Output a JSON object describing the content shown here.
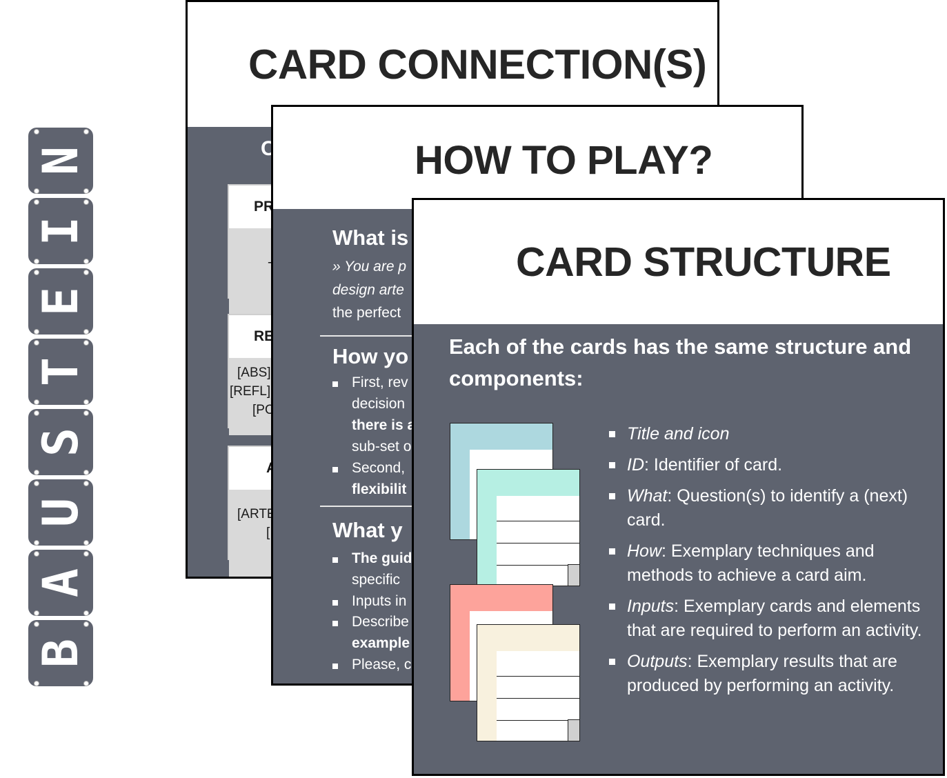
{
  "logo": {
    "letters": [
      "N",
      "I",
      "E",
      "T",
      "S",
      "U",
      "A",
      "B"
    ],
    "text": "BAUSTEIN",
    "color": "#5f636f"
  },
  "card_connections": {
    "title": "CARD CONNECTION(S)",
    "subheading_fragment": "C",
    "boxes": [
      {
        "head": "PR",
        "lines": [
          "-"
        ]
      },
      {
        "head": "RE",
        "lines": [
          "[ABS]",
          "[REFL]",
          "[PO"
        ]
      },
      {
        "head": "A",
        "lines": [
          "[ARTE",
          "["
        ]
      }
    ]
  },
  "how_to_play": {
    "title": "HOW TO PLAY?",
    "section1": {
      "heading": "What is",
      "line1": "» You are p",
      "line2": "design arte",
      "line3": "the perfect"
    },
    "section2": {
      "heading": "How yo",
      "b1_l1": "First, rev",
      "b1_l2": "decision",
      "b1_l3": "there is a",
      "b1_l4": "sub-set o",
      "b2_l1": "Second,",
      "b2_l2": "flexibilit"
    },
    "section3": {
      "heading": "What y",
      "b1_l1": "The guid",
      "b1_l2": "specific",
      "b2_l1": "Inputs in",
      "b3_l1": "Describe",
      "b3_l2": "example",
      "b4_l1": "Please, c"
    }
  },
  "card_structure": {
    "title": "CARD STRUCTURE",
    "intro": "Each of the cards has the same structure and components:",
    "items": [
      {
        "label": "Title and icon",
        "text": ""
      },
      {
        "label": "ID",
        "text": ": Identifier of card."
      },
      {
        "label": "What",
        "text": ": Question(s) to identify a (next) card."
      },
      {
        "label": "How",
        "text": ": Exemplary techniques and methods to achieve a card aim."
      },
      {
        "label": "Inputs",
        "text": ": Exemplary cards and elements that are required to perform an activity."
      },
      {
        "label": "Outputs",
        "text": ":  Exemplary results that are produced by performing an activity."
      }
    ],
    "mini_card_colors": [
      "#add8df",
      "#b6efe3",
      "#fda39b",
      "#f8f1de"
    ]
  },
  "colors": {
    "card_body": "#5e636f",
    "box_fill": "#d9d9d9"
  }
}
